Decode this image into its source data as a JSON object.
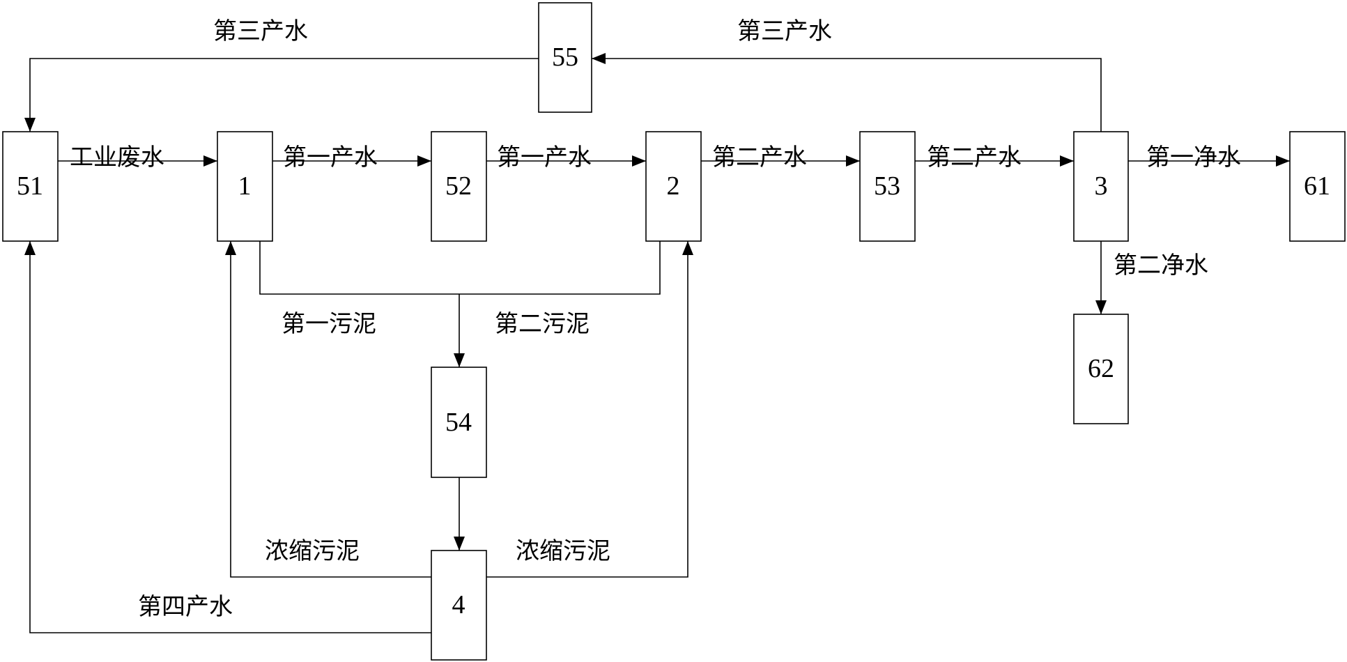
{
  "diagram": {
    "nodes": {
      "n51": "51",
      "n1": "1",
      "n52": "52",
      "n2": "2",
      "n53": "53",
      "n3": "3",
      "n61": "61",
      "n62": "62",
      "n55": "55",
      "n54": "54",
      "n4": "4"
    },
    "labels": {
      "third_water_left": "第三产水",
      "third_water_right": "第三产水",
      "industrial_wastewater": "工业废水",
      "first_water_a": "第一产水",
      "first_water_b": "第一产水",
      "second_water_a": "第二产水",
      "second_water_b": "第二产水",
      "first_clean_water": "第一净水",
      "second_clean_water": "第二净水",
      "first_sludge": "第一污泥",
      "second_sludge": "第二污泥",
      "thickened_sludge_left": "浓缩污泥",
      "thickened_sludge_right": "浓缩污泥",
      "fourth_water": "第四产水"
    },
    "colors": {
      "stroke": "#000000",
      "background": "#ffffff"
    }
  }
}
